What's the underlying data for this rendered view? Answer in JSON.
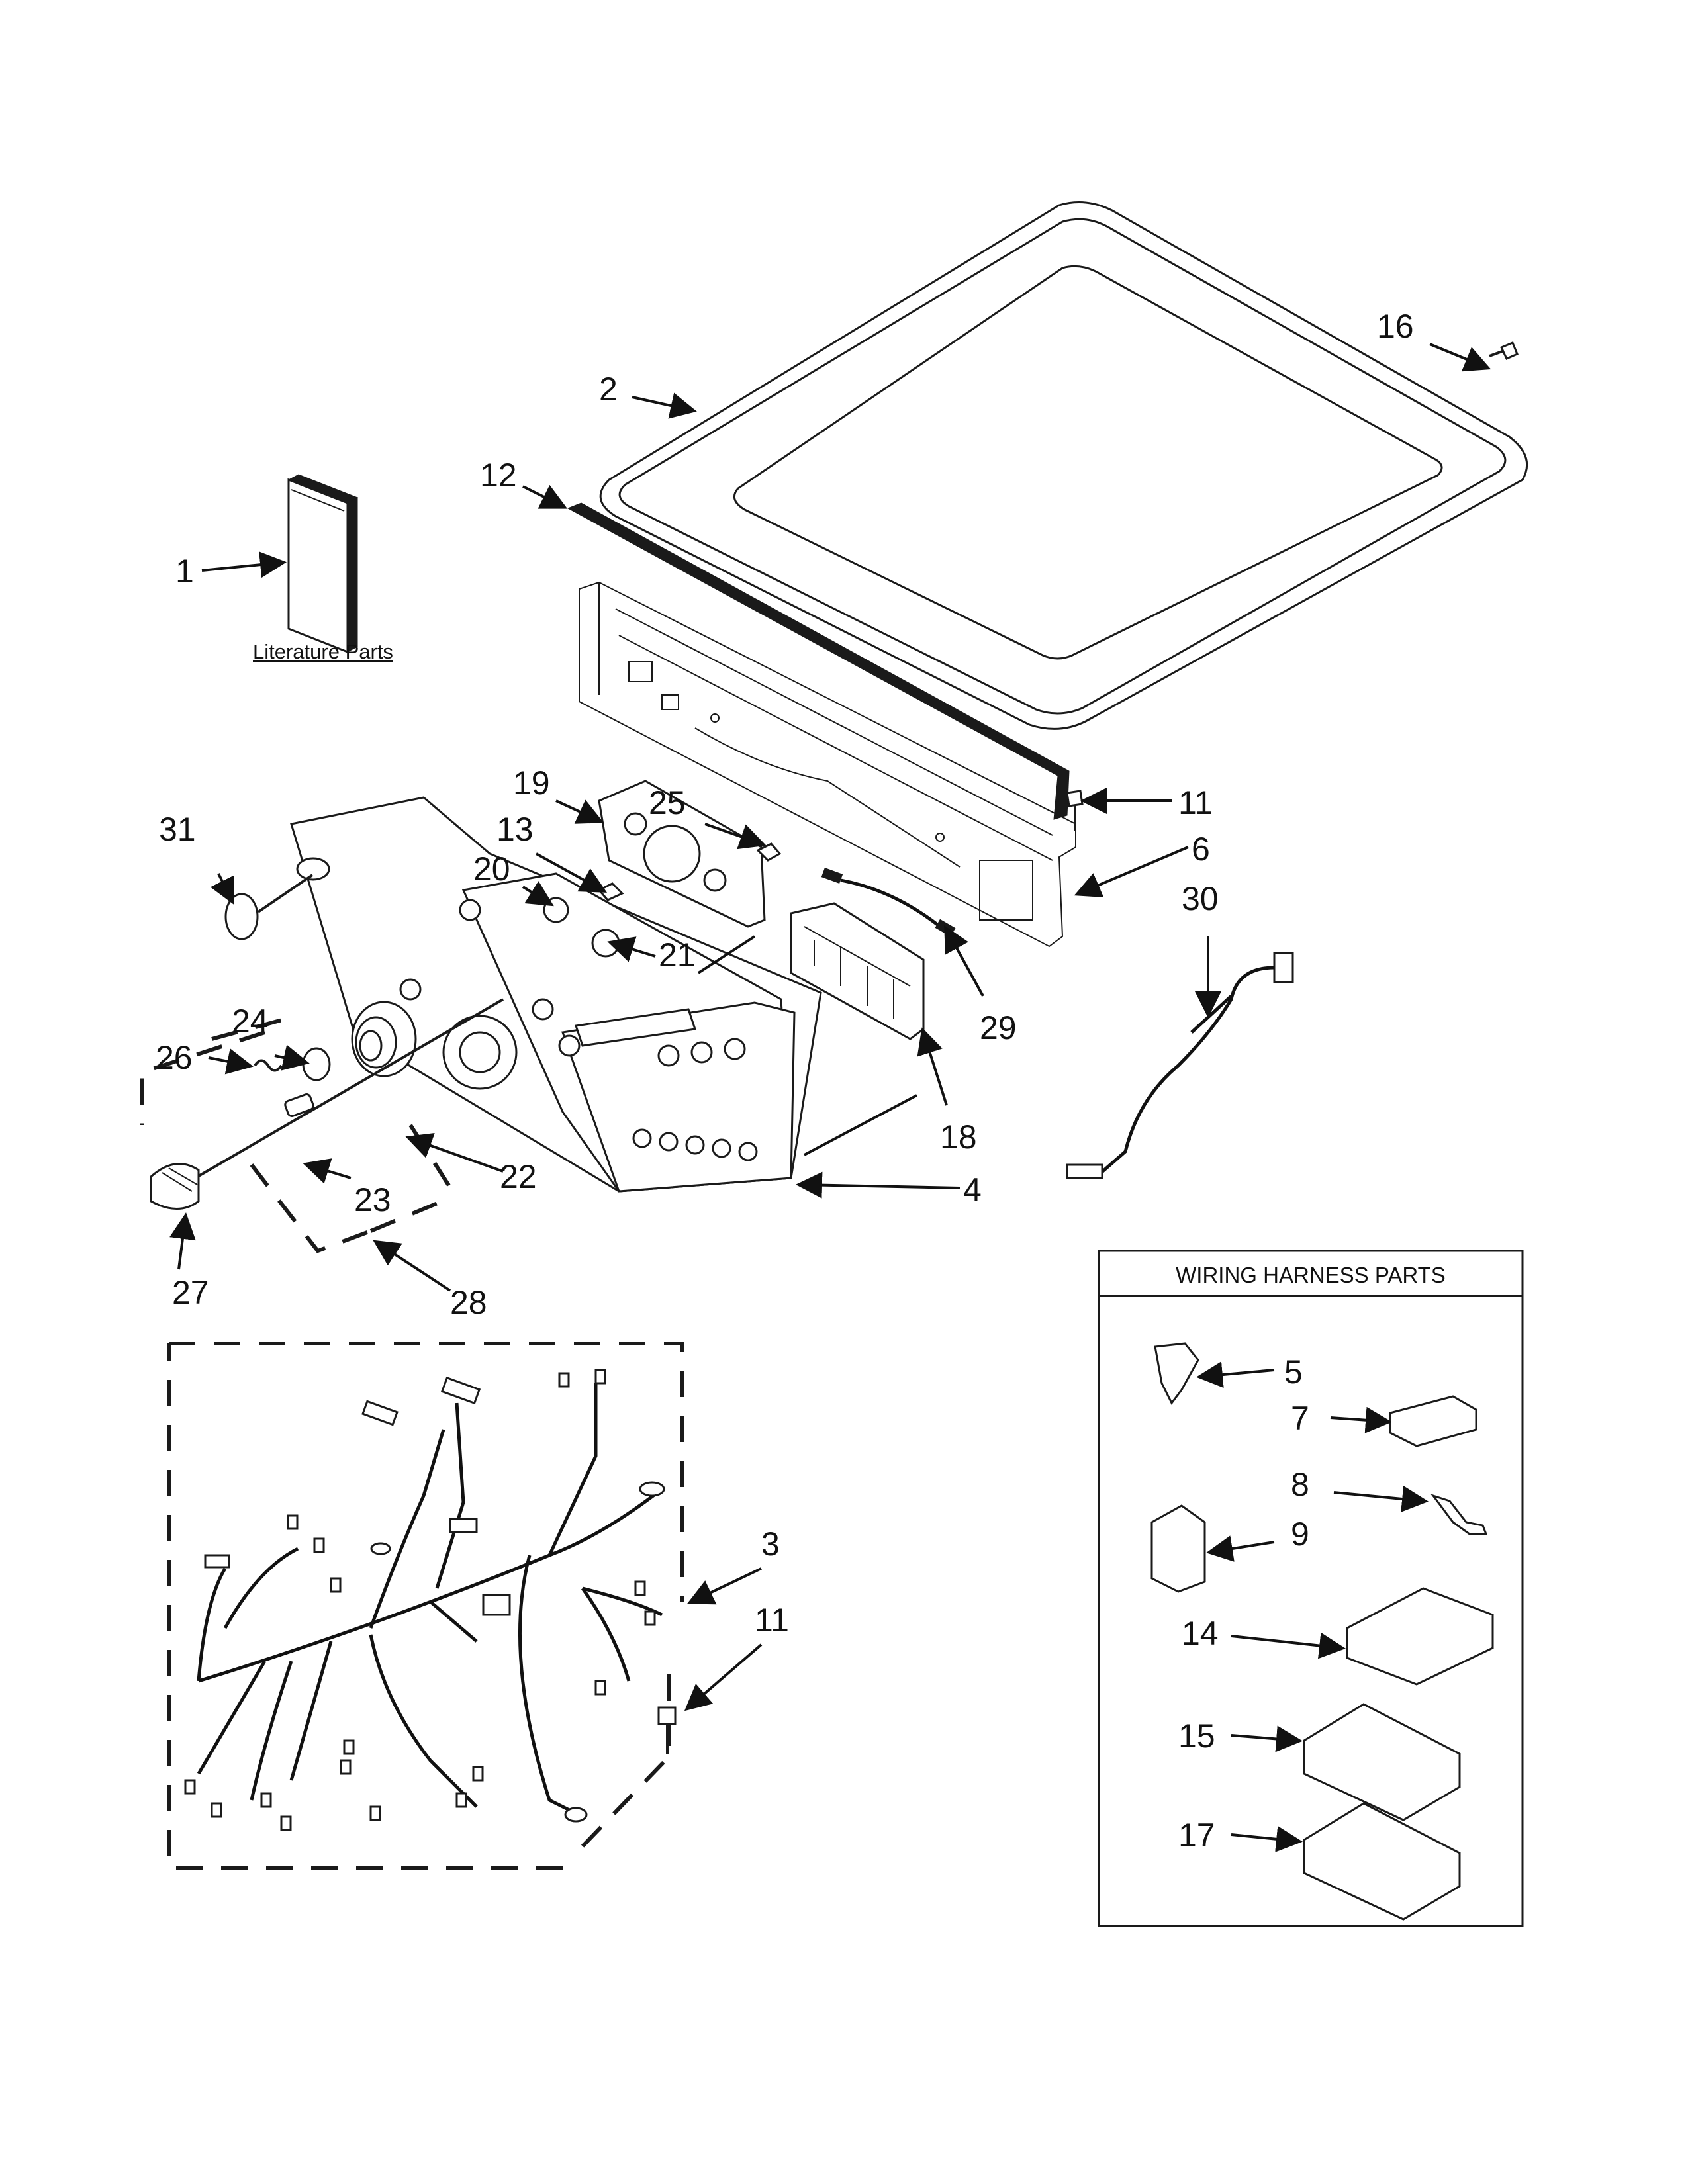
{
  "callouts": {
    "c1": "1",
    "c2": "2",
    "c3": "3",
    "c4": "4",
    "c5": "5",
    "c6": "6",
    "c7": "7",
    "c8": "8",
    "c9": "9",
    "c11a": "11",
    "c11b": "11",
    "c12": "12",
    "c13": "13",
    "c14": "14",
    "c15": "15",
    "c16": "16",
    "c17": "17",
    "c18": "18",
    "c19": "19",
    "c20": "20",
    "c21": "21",
    "c22": "22",
    "c23": "23",
    "c24": "24",
    "c25": "25",
    "c26": "26",
    "c27": "27",
    "c28": "28",
    "c29": "29",
    "c30": "30",
    "c31": "31"
  },
  "literature_label": "Literature Parts",
  "wiring_box_title": "WIRING HARNESS PARTS"
}
